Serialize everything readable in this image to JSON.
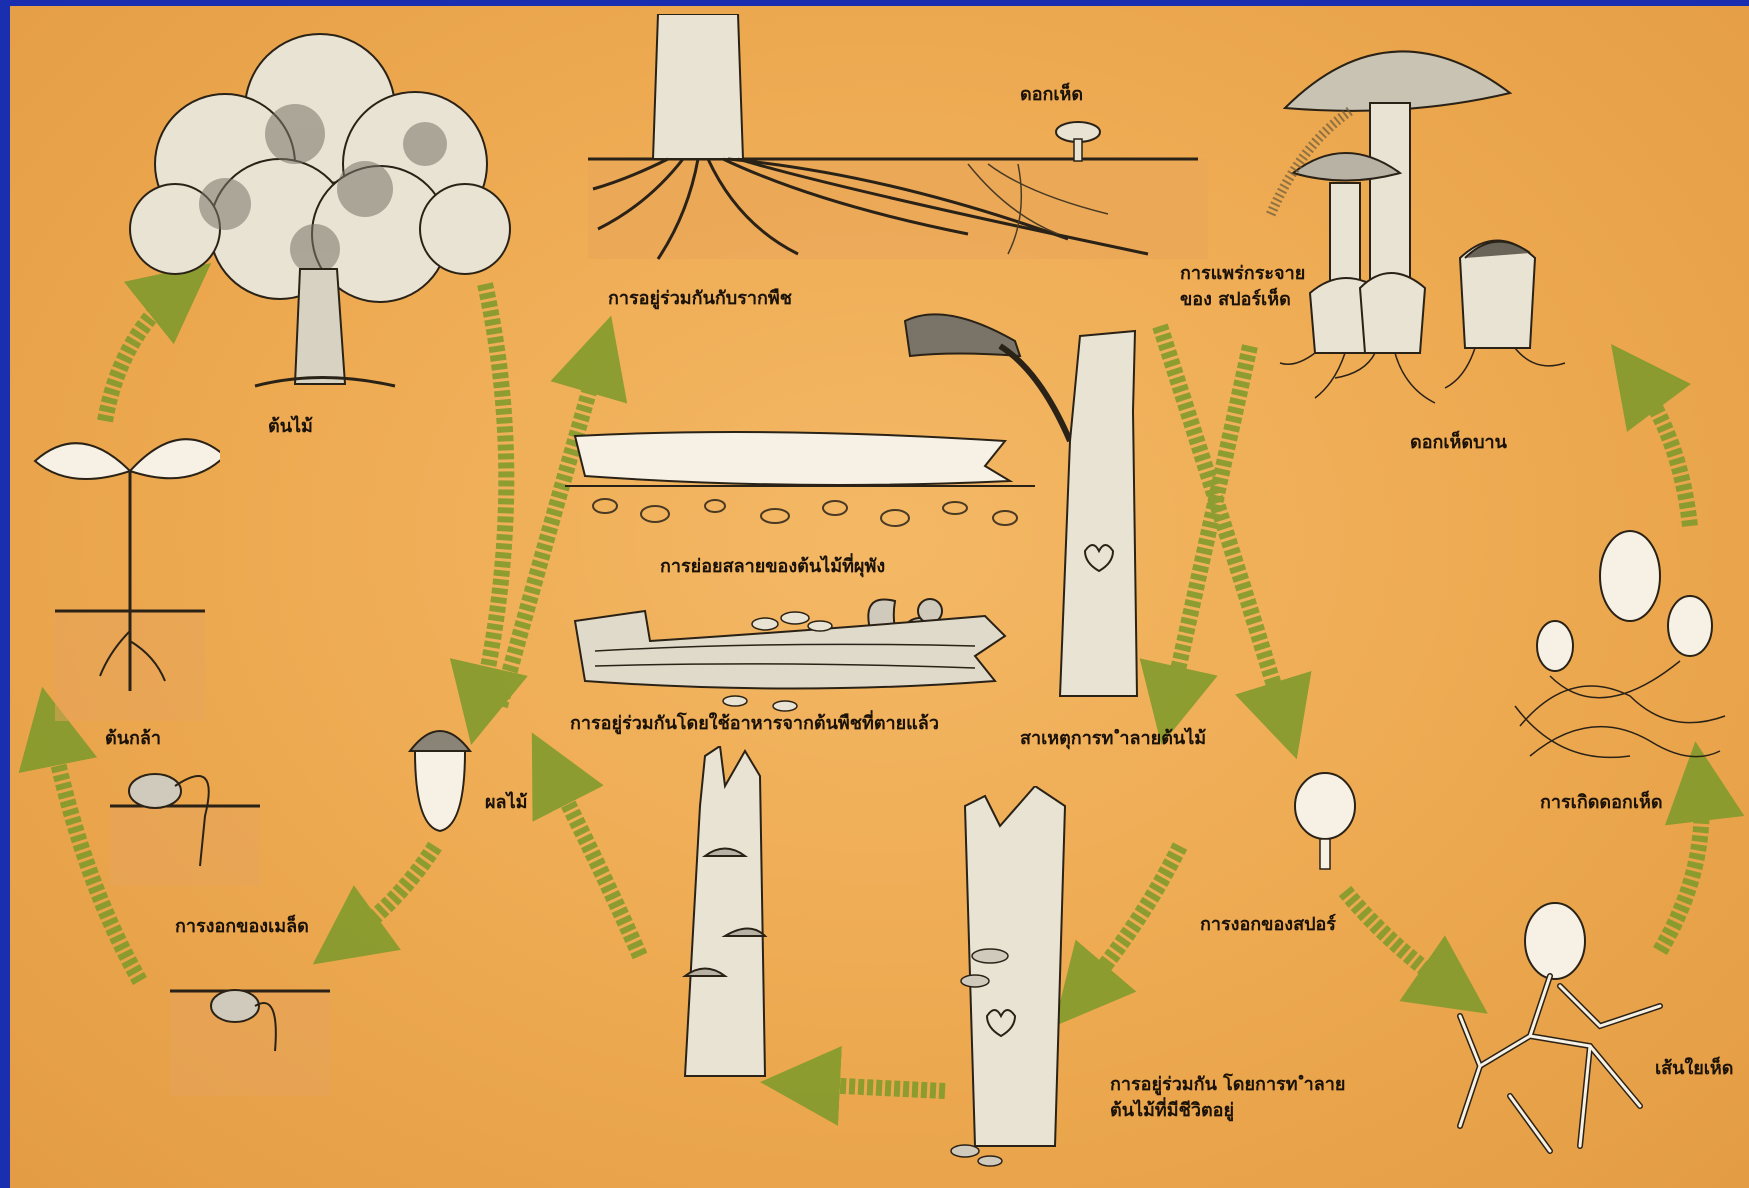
{
  "colors": {
    "background_frame": "#1a2fb0",
    "paper": "#eda950",
    "arrow": "#7c9a2a",
    "ink": "#1a1208"
  },
  "labels": {
    "tree": "ต้นไม้",
    "mushroom_top": "ดอกเห็ด",
    "mycorrhiza": "การอยู่ร่วมกันกับรากพืช",
    "spore_spread_1": "การแพร่กระจาย",
    "spore_spread_2": "ของ สปอร์เห็ด",
    "mushroom_bloom": "ดอกเห็ดบาน",
    "fallen_decay": "การย่อยสลายของต้นไม้ที่ผุพัง",
    "saprophytic": "การอยู่ร่วมกันโดยใช้อาหารจากต้นพืชที่ตายแล้ว",
    "tree_death_cause": "สาเหตุการท ำลายต้นไม้",
    "seedling": "ต้นกล้า",
    "fruit": "ผลไม้",
    "seed_germination": "การงอกของเมล็ด",
    "mushroom_formation": "การเกิดดอกเห็ด",
    "spore_germination": "การงอกของสปอร์",
    "mycelium": "เส้นใยเห็ด",
    "parasitic_1": "การอยู่ร่วมกัน โดยการท ำลาย",
    "parasitic_2": "ต้นไม้ที่มีชีวิตอยู่"
  },
  "icons": [
    "oak-tree",
    "mushroom",
    "fallen-log",
    "dead-tree",
    "squirrel",
    "acorn",
    "seedling",
    "germinating-seed",
    "spore",
    "mycelium",
    "cycle-arrow"
  ]
}
